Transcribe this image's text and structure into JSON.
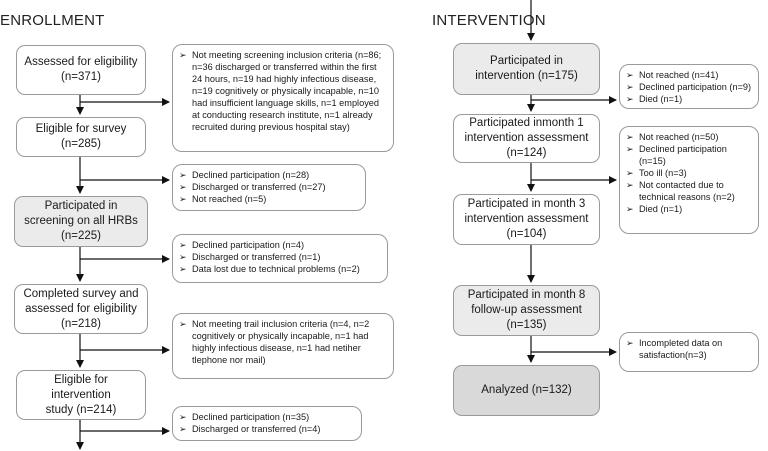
{
  "headers": {
    "enrollment": "ENROLLMENT",
    "intervention": "INTERVENTION"
  },
  "bullet_glyph": "➢",
  "left": {
    "assessed": [
      "Assessed for eligibility",
      "(n=371)"
    ],
    "eligible_survey": [
      "Eligible for survey",
      "(n=285)"
    ],
    "screening": [
      "Participated in",
      "screening on all HRBs",
      "(n=225)"
    ],
    "completed": [
      "Completed survey and",
      "assessed for eligibility",
      "(n=218)"
    ],
    "eligible_intervention": [
      "Eligible for intervention",
      "study (n=214)"
    ]
  },
  "left_notes": {
    "n1": [
      "Not meeting screening inclusion criteria (n=86; n=36 discharged or transferred within the first 24 hours, n=19 had highly infectious disease, n=19 cognitively or physically incapable, n=10 had insufficient language skills, n=1 employed at conducting research institute, n=1 already recruited during previous hospital stay)"
    ],
    "n2": [
      "Declined participation (n=28)",
      "Discharged or transferred (n=27)",
      "Not reached (n=5)"
    ],
    "n3": [
      "Declined participation (n=4)",
      "Discharged or transferred (n=1)",
      "Data lost due to technical problems (n=2)"
    ],
    "n4": [
      "Not meeting trail inclusion criteria (n=4, n=2 cognitively or physically incapable, n=1 had highly infectious disease, n=1 had netiher tlephone nor mail)"
    ],
    "n5": [
      "Declined participation (n=35)",
      "Discharged or transferred (n=4)"
    ]
  },
  "right": {
    "participated": [
      "Participated in",
      "intervention (n=175)"
    ],
    "month1": [
      "Participated inmonth 1",
      "intervention assessment",
      "(n=124)"
    ],
    "month3": [
      "Participated in month 3",
      "intervention assessment",
      "(n=104)"
    ],
    "month8": [
      "Participated in month 8",
      "follow-up assessment",
      "(n=135)"
    ],
    "analyzed": [
      "Analyzed (n=132)"
    ]
  },
  "right_notes": {
    "r1": [
      "Not reached (n=41)",
      "Declined participation (n=9)",
      "Died (n=1)"
    ],
    "r2": [
      "Not reached (n=50)",
      "Declined participation (n=15)",
      "Too ill (n=3)",
      "Not contacted due to technical reasons (n=2)",
      "Died (n=1)"
    ],
    "r3": [
      "Incompleted data on satisfaction(n=3)"
    ]
  }
}
